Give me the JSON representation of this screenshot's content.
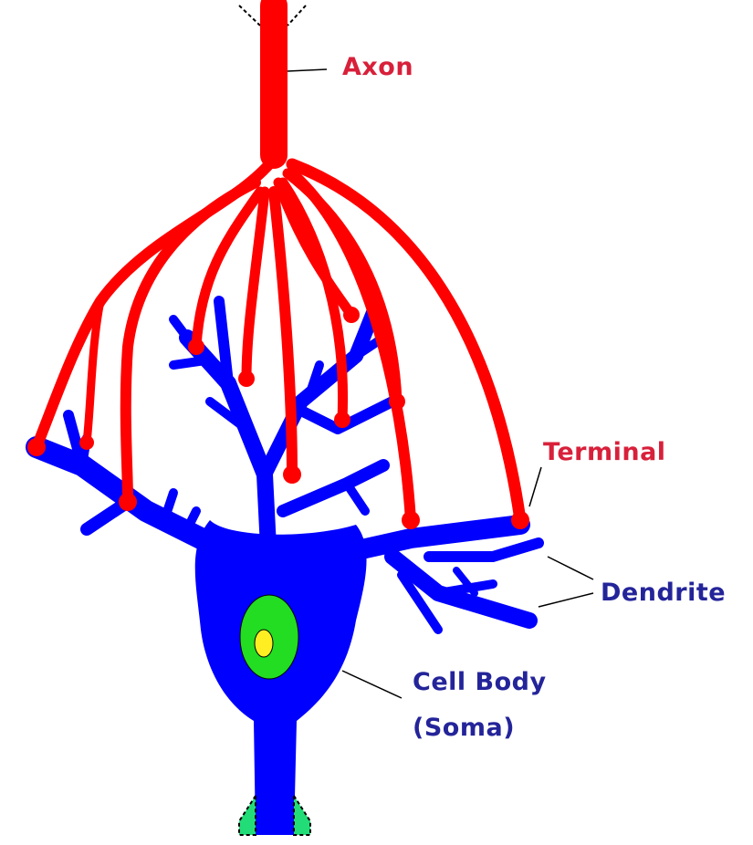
{
  "colors": {
    "axon": "#ff0000",
    "dendrite": "#0000ff",
    "nucleus": "#22dd22",
    "nucleolus": "#ffee22",
    "label_red": "#d8203a",
    "label_blue": "#24249a"
  },
  "labels": {
    "axon": "Axon",
    "terminal": "Terminal",
    "dendrite": "Dendrite",
    "cell_body": "Cell Body",
    "soma": "(Soma)"
  }
}
